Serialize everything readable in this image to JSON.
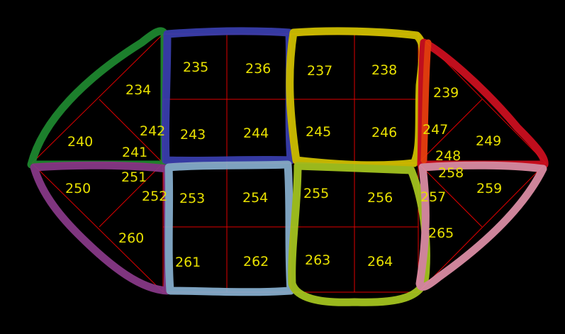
{
  "colors": {
    "background": "#000000",
    "grid_line": "#e00000",
    "label": "#e8e000",
    "outline_green": "#1f8a30",
    "outline_blue": "#3a3fb0",
    "outline_yellow": "#d4c400",
    "outline_red": "#d01020",
    "outline_orange": "#f04010",
    "outline_purple": "#8a3a8a",
    "outline_lightblue": "#88b0d0",
    "outline_lime": "#a8c820",
    "outline_pink": "#e090a8"
  },
  "labels": {
    "n234": "234",
    "n235": "235",
    "n236": "236",
    "n237": "237",
    "n238": "238",
    "n239": "239",
    "n240": "240",
    "n241": "241",
    "n242": "242",
    "n243": "243",
    "n244": "244",
    "n245": "245",
    "n246": "246",
    "n247": "247",
    "n248": "248",
    "n249": "249",
    "n250": "250",
    "n251": "251",
    "n252": "252",
    "n253": "253",
    "n254": "254",
    "n255": "255",
    "n256": "256",
    "n257": "257",
    "n258": "258",
    "n259": "259",
    "n260": "260",
    "n261": "261",
    "n262": "262",
    "n263": "263",
    "n264": "264",
    "n265": "265"
  }
}
